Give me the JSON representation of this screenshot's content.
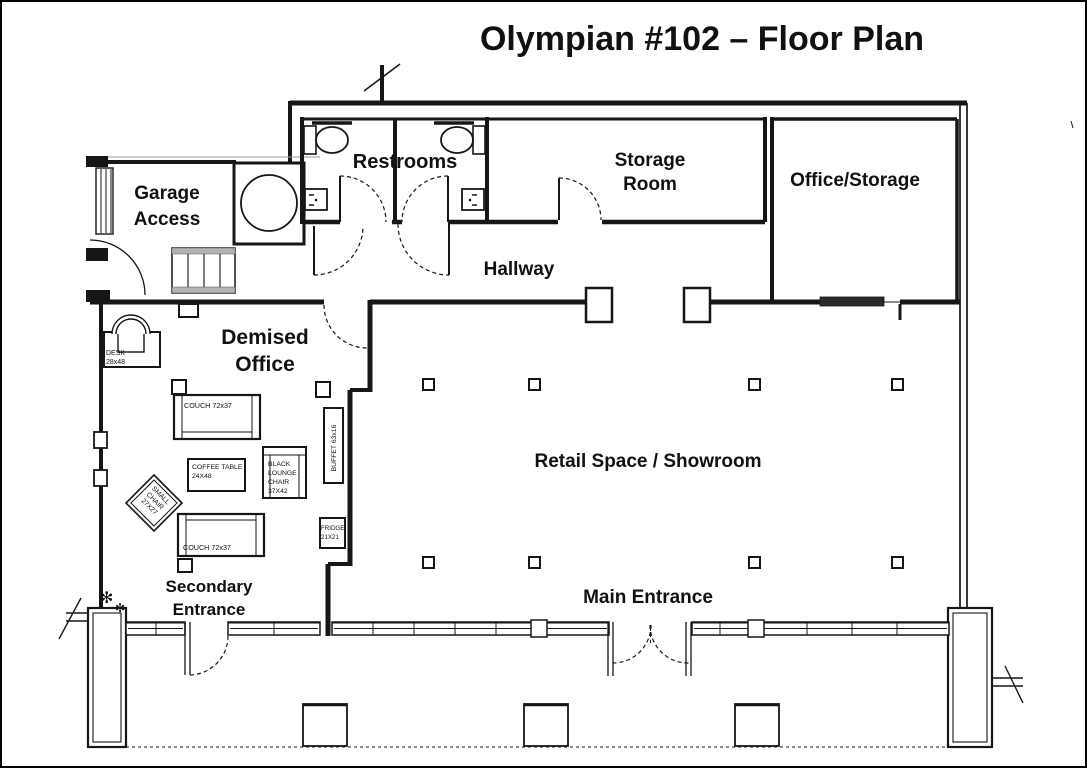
{
  "title": "Olympian #102 – Floor Plan",
  "rooms": {
    "garage_access": {
      "line1": "Garage",
      "line2": "Access"
    },
    "restrooms": {
      "label": "Restrooms"
    },
    "storage_room": {
      "line1": "Storage",
      "line2": "Room"
    },
    "office_storage": {
      "label": "Office/Storage"
    },
    "hallway": {
      "label": "Hallway"
    },
    "demised_office": {
      "line1": "Demised",
      "line2": "Office"
    },
    "retail_showroom": {
      "label": "Retail Space / Showroom"
    },
    "main_entrance": {
      "label": "Main Entrance"
    },
    "secondary_entrance": {
      "line1": "Secondary",
      "line2": "Entrance"
    }
  },
  "furniture": {
    "desk": {
      "line1": "DESK",
      "line2": "28x48"
    },
    "couch_upper": {
      "label": "COUCH 72x37"
    },
    "coffee_table": {
      "line1": "COFFEE TABLE",
      "line2": "24X48"
    },
    "lounge_chair": {
      "line1": "BLACK",
      "line2": "LOUNGE",
      "line3": "CHAIR",
      "line4": "37X42"
    },
    "small_chair": {
      "line1": "SMALL",
      "line2": "CHAIR",
      "line3": "27X27"
    },
    "couch_lower": {
      "label": "COUCH 72x37"
    },
    "buffet": {
      "label": "BUFFET 63x16"
    },
    "fridge": {
      "line1": "FRIDGE",
      "line2": "21X21"
    }
  },
  "icons": {
    "plant": "✻"
  },
  "colors": {
    "line": "#161616",
    "wall_fill": "#ffffff",
    "stair_fill": "#b3b3b3",
    "background": "#ffffff"
  }
}
